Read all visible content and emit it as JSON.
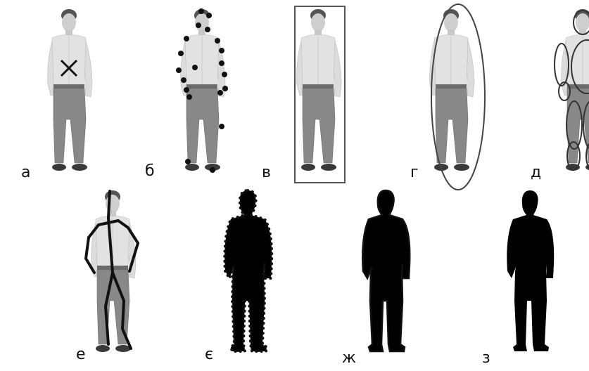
{
  "figure": {
    "panels": [
      {
        "id": "a",
        "label": "а",
        "representation": "centroid-cross-marker"
      },
      {
        "id": "b",
        "label": "б",
        "representation": "multiple-keypoints"
      },
      {
        "id": "v",
        "label": "в",
        "representation": "rectangular-bounding-box"
      },
      {
        "id": "h",
        "label": "г",
        "representation": "ellipse"
      },
      {
        "id": "d",
        "label": "д",
        "representation": "multiple-ellipses-body-parts"
      },
      {
        "id": "e",
        "label": "е",
        "representation": "skeleton"
      },
      {
        "id": "ye",
        "label": "є",
        "representation": "dotted-contour-points"
      },
      {
        "id": "zh",
        "label": "ж",
        "representation": "solid-contour"
      },
      {
        "id": "z",
        "label": "з",
        "representation": "silhouette"
      }
    ],
    "colors": {
      "background": "#ffffff",
      "annotation": "#111111",
      "shirt": "#e2e2e2",
      "skin": "#cfcfcf",
      "hair": "#555555",
      "jeans": "#888888",
      "shoes": "#3a3a3a",
      "silhouette": "#000000"
    }
  }
}
